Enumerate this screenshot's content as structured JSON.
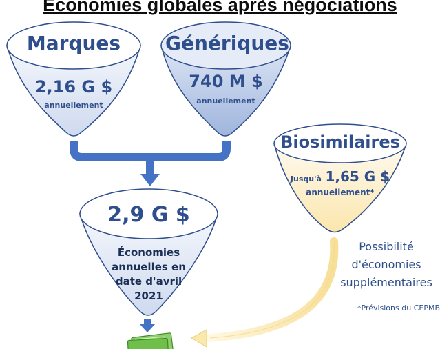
{
  "title": "Économies globales après négociations",
  "funnels": {
    "marques": {
      "name": "Marques",
      "value": "2,16 G $",
      "period": "annuellement"
    },
    "generiques": {
      "name": "Génériques",
      "value": "740 M $",
      "period": "annuellement"
    },
    "biosimilaires": {
      "name": "Biosimilaires",
      "prefix": "Jusqu'à",
      "value": "1,65 G $",
      "period": "annuellement*"
    },
    "total": {
      "value": "2,9 G $",
      "line1": "Économies",
      "line2": "annuelles en",
      "line3": "date d'avril",
      "line4": "2021"
    }
  },
  "possible": {
    "line1": "Possibilité",
    "line2": "d'économies",
    "line3": "supplémentaires"
  },
  "footnote": "*Prévisions du CEPMB",
  "colors": {
    "outline": "#2f4e8c",
    "arrow": "#4472c4",
    "funnel_light": "#e8edf8",
    "funnel_mid": "#b9c9e7",
    "funnel_bio": "#fff4d2",
    "curve": "#fbe8ad",
    "money": "#5aa632"
  }
}
